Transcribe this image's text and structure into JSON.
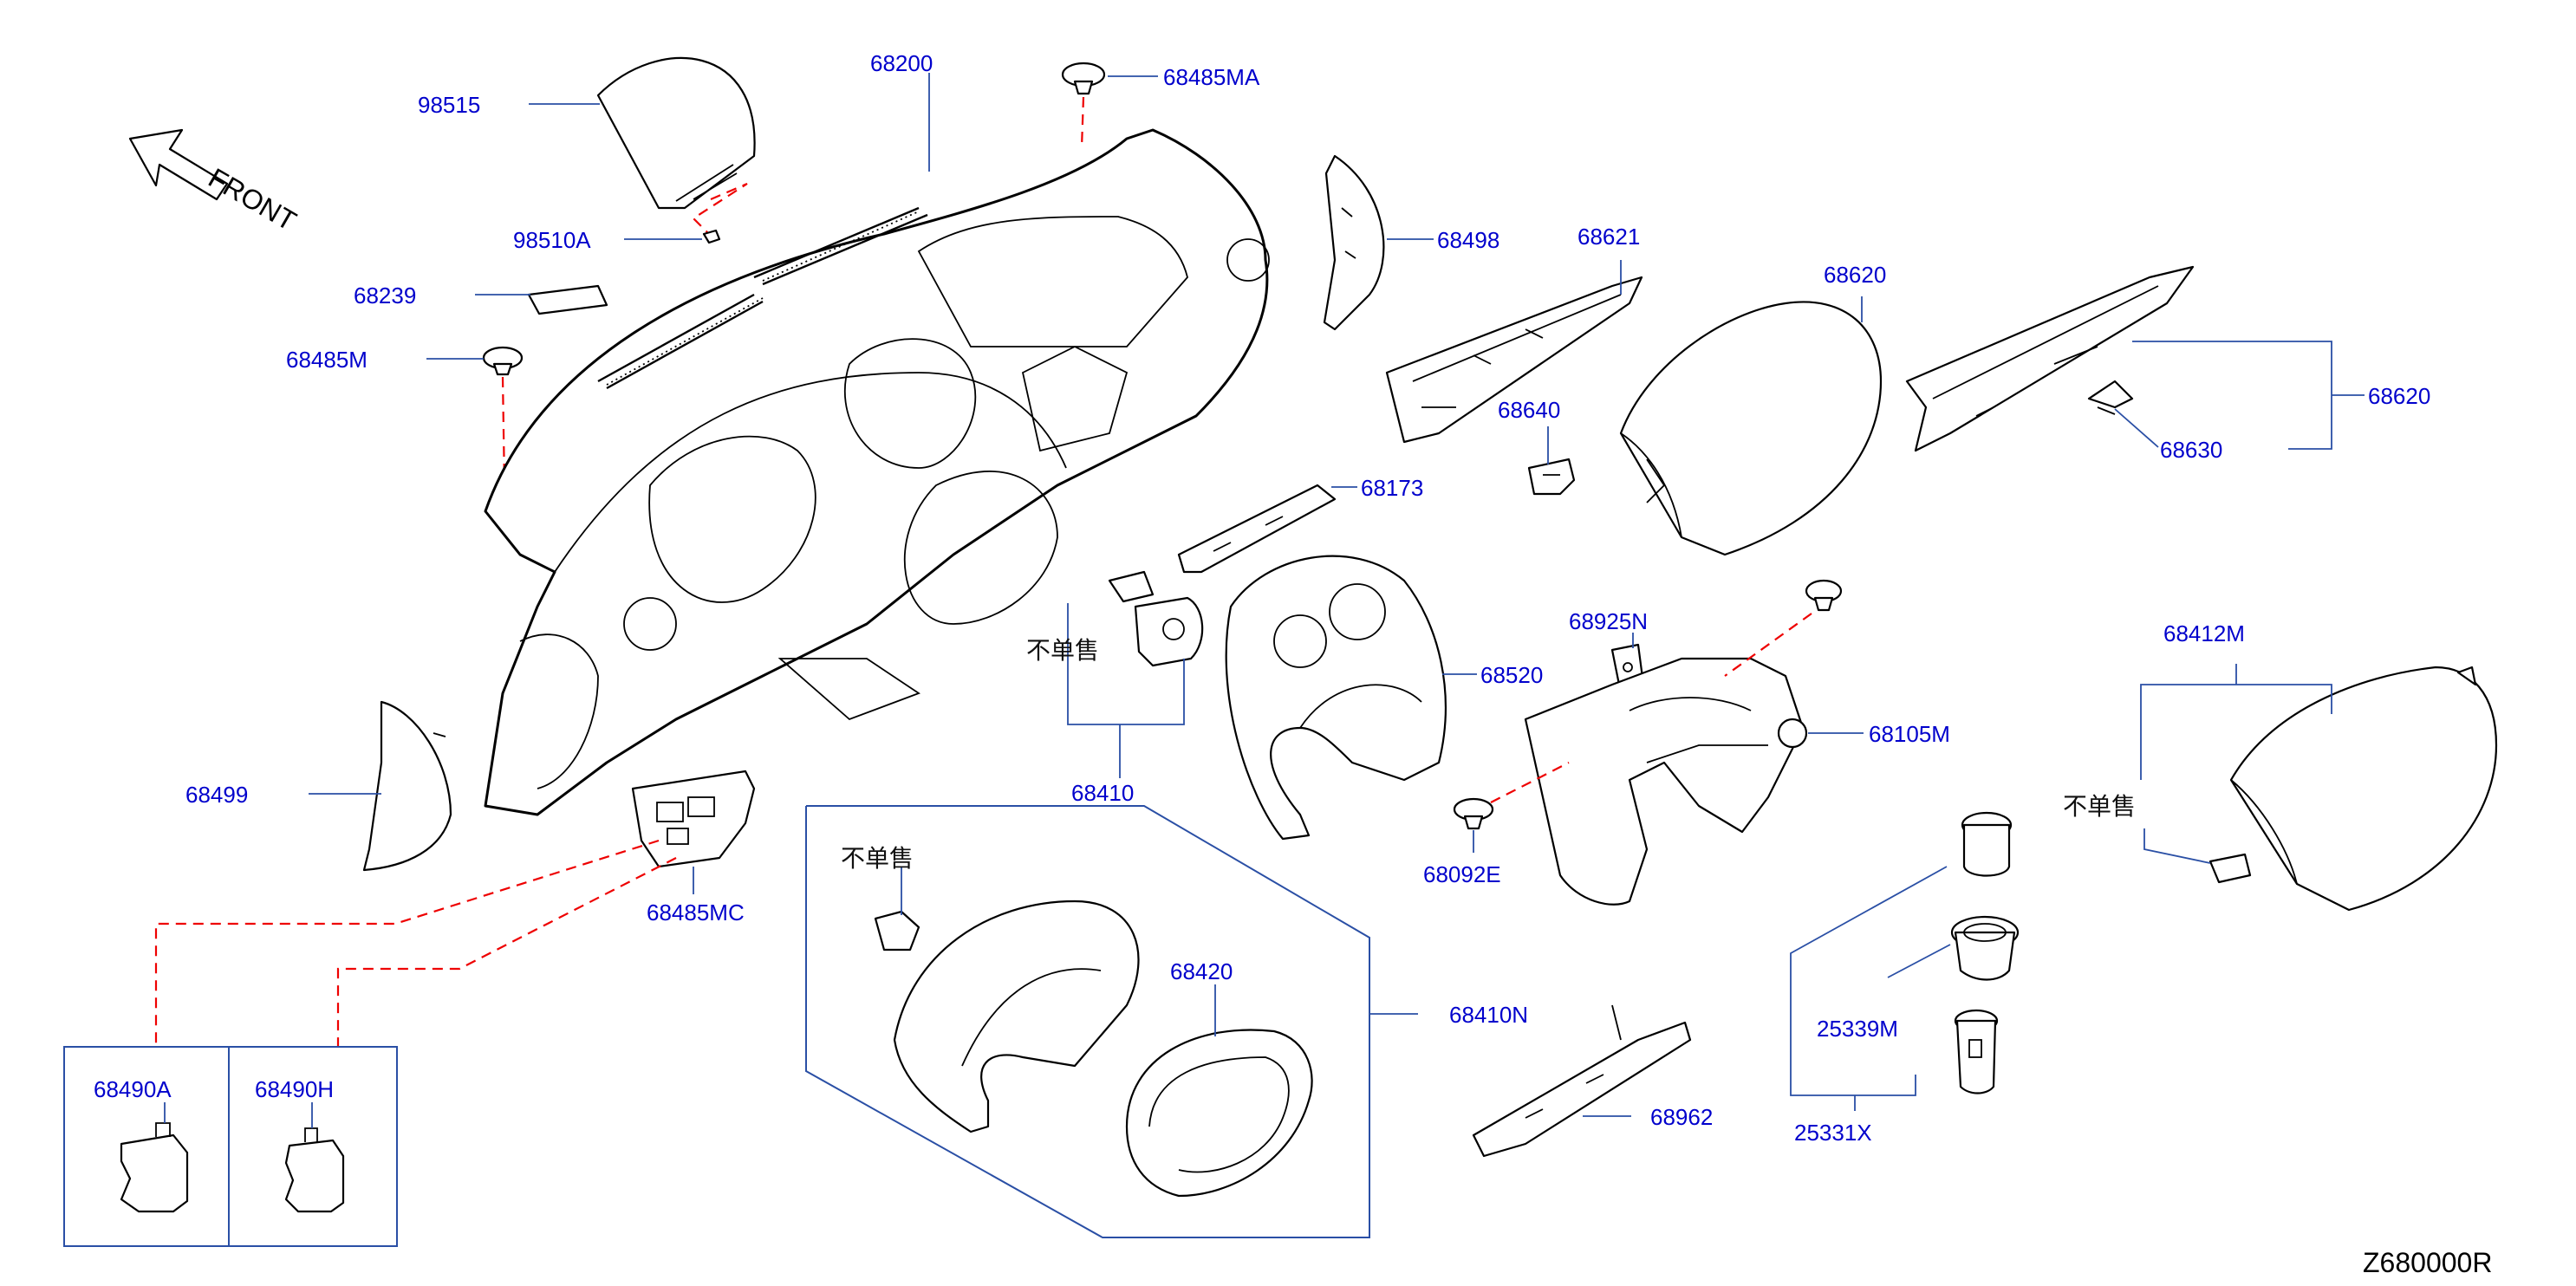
{
  "diagram_code": "Z680000R",
  "front_label": "FRONT",
  "not_sold_separately": "不单售",
  "parts": {
    "p98515": "98515",
    "p68200": "68200",
    "p68485MA": "68485MA",
    "p98510A": "98510A",
    "p68239": "68239",
    "p68485M": "68485M",
    "p68498": "68498",
    "p68621": "68621",
    "p68620a": "68620",
    "p68620b": "68620",
    "p68640": "68640",
    "p68630": "68630",
    "p68173": "68173",
    "p68520": "68520",
    "p68925N": "68925N",
    "p68105M": "68105M",
    "p68412M": "68412M",
    "p68410": "68410",
    "p68499": "68499",
    "p68485MC": "68485MC",
    "p68092E": "68092E",
    "p68420": "68420",
    "p68410N": "68410N",
    "p68962": "68962",
    "p25339M": "25339M",
    "p25331X": "25331X",
    "p68490A": "68490A",
    "p68490H": "68490H"
  },
  "colors": {
    "label": "#0000cc",
    "leader": "#2a4fa5",
    "dashed_guide": "#ee0000",
    "part_outline": "#000000"
  }
}
